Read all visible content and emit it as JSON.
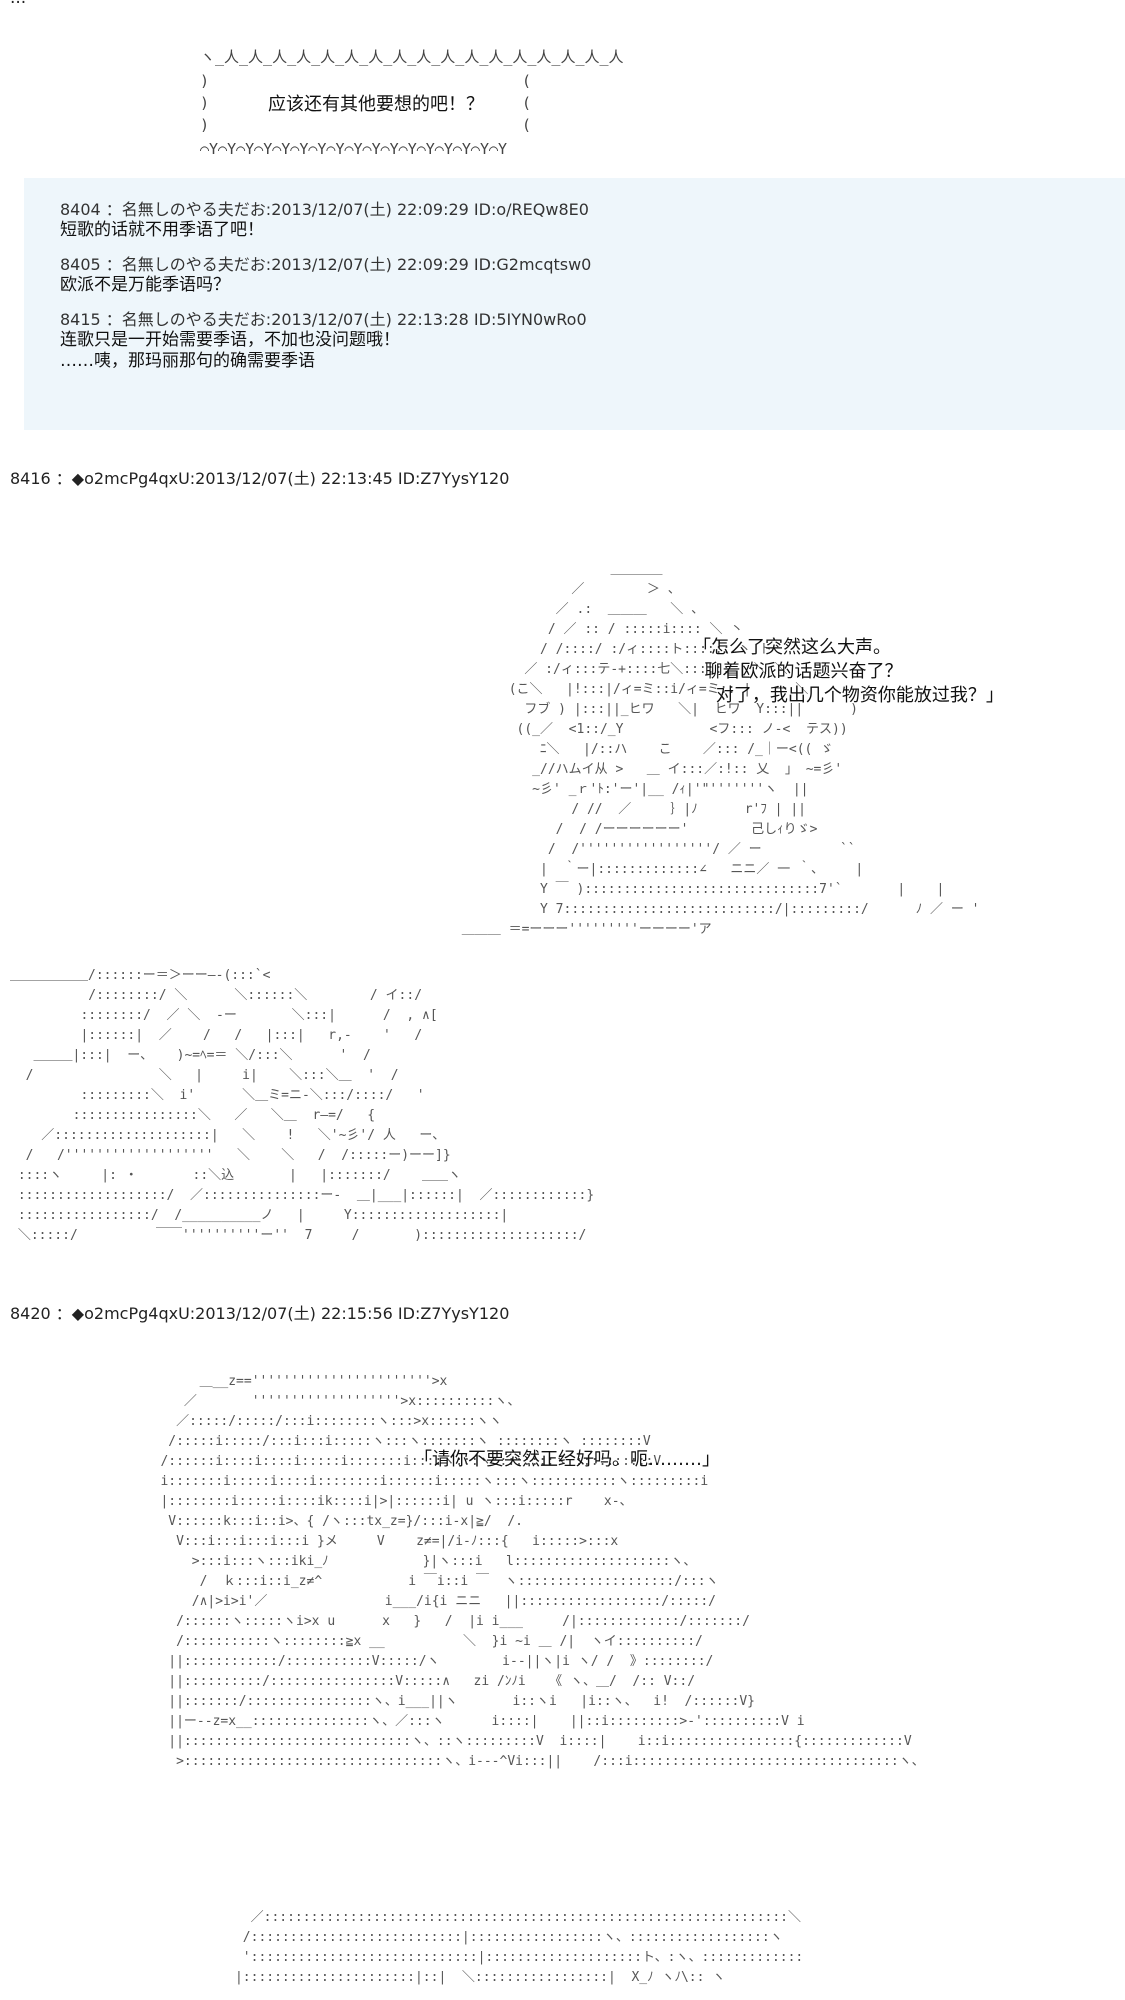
{
  "top_line": "...",
  "bubble": {
    "top_edge": "ヽ_人_人_人_人_人_人_人_人_人_人_人_人_人_人_人_人_人",
    "bottom_edge": "⌒Y⌒Y⌒Y⌒Y⌒Y⌒Y⌒Y⌒Y⌒Y⌒Y⌒Y⌒Y⌒Y⌒Y⌒Y⌒Y⌒Y",
    "side_left": ")\n)\n)",
    "side_right": "(\n(\n(",
    "message": "应该还有其他要想的吧！？"
  },
  "quoted_posts": [
    {
      "header": "8404 ：名無しのやる夫だお:2013/12/07(土) 22:09:29 ID:o/REQw8E0",
      "lines": [
        "短歌的话就不用季语了吧！"
      ]
    },
    {
      "header": "8405 ：名無しのやる夫だお:2013/12/07(土) 22:09:29 ID:G2mcqtsw0",
      "lines": [
        "欧派不是万能季语吗？"
      ]
    },
    {
      "header": "8415 ：名無しのやる夫だお:2013/12/07(土) 22:13:28 ID:5IYN0wRo0",
      "lines": [
        "连歌只是一开始需要季语，不加也没问题哦！",
        "……咦，那玛丽那句的确需要季语"
      ]
    }
  ],
  "posts": [
    {
      "header": "8416 ：◆o2mcPg4qxU:2013/12/07(土) 22:13:45 ID:Z7YysY120",
      "speech": "「怎么了突然这么大声。\n  聊着欧派的话题兴奋了？\n    对了，我出几个物资你能放过我？」"
    },
    {
      "header": "8420 ：◆o2mcPg4qxU:2013/12/07(土) 22:15:56 ID:Z7YysY120",
      "speech": "「请你不要突然正经好吗。呃………」"
    }
  ],
  "ascii_art": {
    "art1": "                                ＿＿＿＿\n                           ／        ＞ 、\n                         ／ .:  ＿＿＿   ＼ 、\n                        / ／ :: / :::::i:::: ＼ 丶\n                       / /::::/ :/ィ::::ト:::::: 丶 ト\n                     ／ :/ィ:::テ-+::::七＼:::::: | ＼ ＼\n                   (こ＼   |!:::|/ィ=ミ::i/ィ=ミ:: |   ー ＼\n                     フブ ) |:::||_ヒワ   ＼|  ヒワ  Y:::||      )\n                    ((_／  <1::/_Y           <フ::: ノ-<  テス))\n                       ﾆ＼   |/::ハ    こ    ／::: /_｜ー<(( ゞ\n                      _//ハムイ从 >   ＿ イ:::／:!:: 乂  」 ~=彡'\n                      ~彡' _ｒ'ﾄ:'ー'|__ /ｨ|'\"'''''''ヽ  ||\n                           / //  ／     ｝|ﾉ      r'ﾌ | ||\n                         /  / /ーーーーーー'        己しｨりゞ>\n                        /  /'''''''''''''''''/ ／ ー          ``\n                       |  ｀ー|:::::::::::::∠   ニニ／ 一 ｀、    |\n                       Y ￣ )::::::::::::::::::::::::::::::7'`       |    |\n                       Y 7:::::::::::::::::::::::::::/|:::::::::/      ﾉ ／ ー '\n             ＿＿＿ ＝=ーーー'''''''''ーーーー'ア",
    "art2": "＿＿＿＿＿＿/::::::ー＝＞ーー―-(:::`<\n          /::::::::/ ＼      ＼::::::＼        / イ::/\n         ::::::::/  ／ ＼  -ー       ＼:::|      /  , ∧[\n         |::::::|  ／    /   /   |:::|   r,-    '   /\n   ＿＿＿|:::|  ー、   )~=ﾍ=＝ ＼/:::＼      '  /\n  /                ＼   |     i|    ＼:::＼＿  '  /\n         :::::::::＼  i'      ＼＿ミ=ニ-＼:::/::::/   '\n        ::::::::::::::::＼   ／   ＼＿  r―=/   {\n    ／::::::::::::::::::::|   ＼    !   ＼'~彡'/ 人   ー、\n  /   /'''''''''''''''''''   ＼    ＼   /  /:::::ー)ーー]}\n ::::ヽ     |: ・       ::＼込       |   |:::::::/    ＿＿ヽ\n :::::::::::::::::::/  ／:::::::::::::::ー-  ＿|___|::::::|  ／::::::::::::}\n :::::::::::::::::/  /__________ノ   |     Y:::::::::::::::::::|\n ＼:::::/          ￣￣''''''''''ー''  7     /       )::::::::::::::::::::/",
    "art3": "              ＿__z=='''''''''''''''''''''''>x\n            ／       '''''''''''''''''''>x::::::::::ヽ、\n           ／:::::/:::::/:::i::::::::ヽ:::>x::::::ヽヽ\n          /:::::i:::::/:::i:::i:::::ヽ:::ヽ:::::::ヽ ::::::::ヽ ::::::::V\n         /::::::i::::i::::i:::::i:::::::i::::ヽ:::ヽ::::::::ヽ ::::::::::V\n         i:::::::i:::::i::::i::::::::i::::::i:::::ヽ:::ヽ:::::::::::ヽ:::::::::i\n         |::::::::i:::::i::::ik::::i|>|::::::i| u ヽ:::i:::::r    x-、\n          V::::::k:::i::i>、{ /ヽ:::tx_z=}/:::i-x|≧/  /.\n           V:::i:::i:::i:::i }メ     V    z≠=|/i-ﾉ:::{   i:::::>:::x\n             >:::i:::ヽ:::iki_ﾉ            }|ヽ:::i   l::::::::::::::::::::ヽ、\n              /  ｋ:::i::i_z≠^           i ￣i::i ￣  ヽ::::::::::::::::::::/:::ヽ\n             /∧|>i>i'／               i___/i{i ニニ   ||::::::::::::::::::/:::::/\n           /::::::ヽ:::::ヽi>x u      x   }   /  |i i___     /|:::::::::::::/:::::::/\n           /:::::::::::ヽ::::::::≧x __          ＼  }i ~i ＿ /|  ヽイ::::::::::/\n          ||::::::::::::/:::::::::::V:::::/ヽ        i--||ヽ|i ヽ/ /  》::::::::/\n          ||::::::::::/::::::::::::::::V:::::∧   zi /ﾝﾉi   《 ヽ、＿/  /:: V::/\n          ||:::::::/::::::::::::::::ヽ、i___||ヽ       i::ヽi   |i::ヽ、  i!  /::::::V}\n          ||ー--z=x__:::::::::::::::ヽ、／:::ヽ      i::::|    ||::i:::::::::>-'::::::::::V i\n          ||:::::::::::::::::::::::::::::ヽ、::ヽ:::::::::V  i::::|    i::i::::::::::::::::{:::::::::::::V\n           >:::::::::::::::::::::::::::::::::ヽ、i---^Vi:::||    /:::i::::::::::::::::::::::::::::::::::ヽ、",
    "art4": "        ／:::::::::::::::::::::::::::::::::::::::::::::::::::::::::::::::::::＼\n       /:::::::::::::::::::::::::::|:::::::::::::::::ヽ、::::::::::::::::::ヽ\n       ':::::::::::::::::::::::::::::|::::::::::::::::::::ト、:ヽ、:::::::::::::\n      |::::::::::::::::::::::|::|  ＼:::::::::::::::::|  X_ﾉ ヽﾉ\\:: ヽ"
  }
}
